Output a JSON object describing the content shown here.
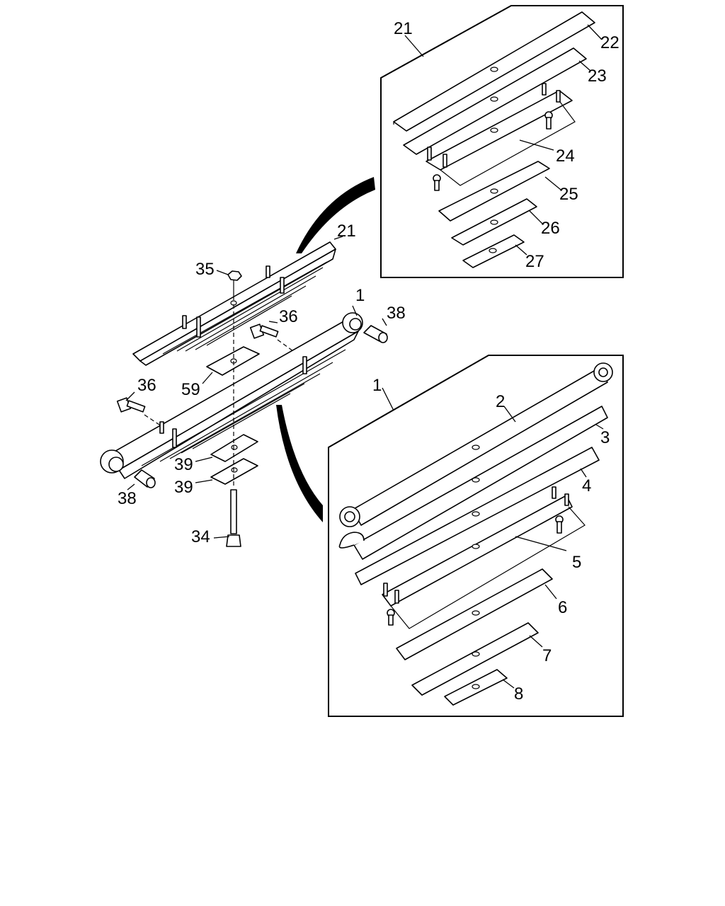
{
  "callouts": {
    "top_panel": {
      "assembly": "21",
      "p22": "22",
      "p23": "23",
      "p24": "24",
      "p25": "25",
      "p26": "26",
      "p27": "27"
    },
    "bottom_panel": {
      "assembly": "1",
      "p2": "2",
      "p3": "3",
      "p4": "4",
      "p5": "5",
      "p6": "6",
      "p7": "7",
      "p8": "8"
    },
    "main": {
      "upper_spring": "21",
      "nut": "35",
      "bolt_upper": "36",
      "bolt_lower": "36",
      "plate_59": "59",
      "main_spring": "1",
      "bushing_right": "38",
      "bushing_left": "38",
      "pad_upper": "39",
      "pad_lower": "39",
      "center_bolt": "34"
    }
  }
}
